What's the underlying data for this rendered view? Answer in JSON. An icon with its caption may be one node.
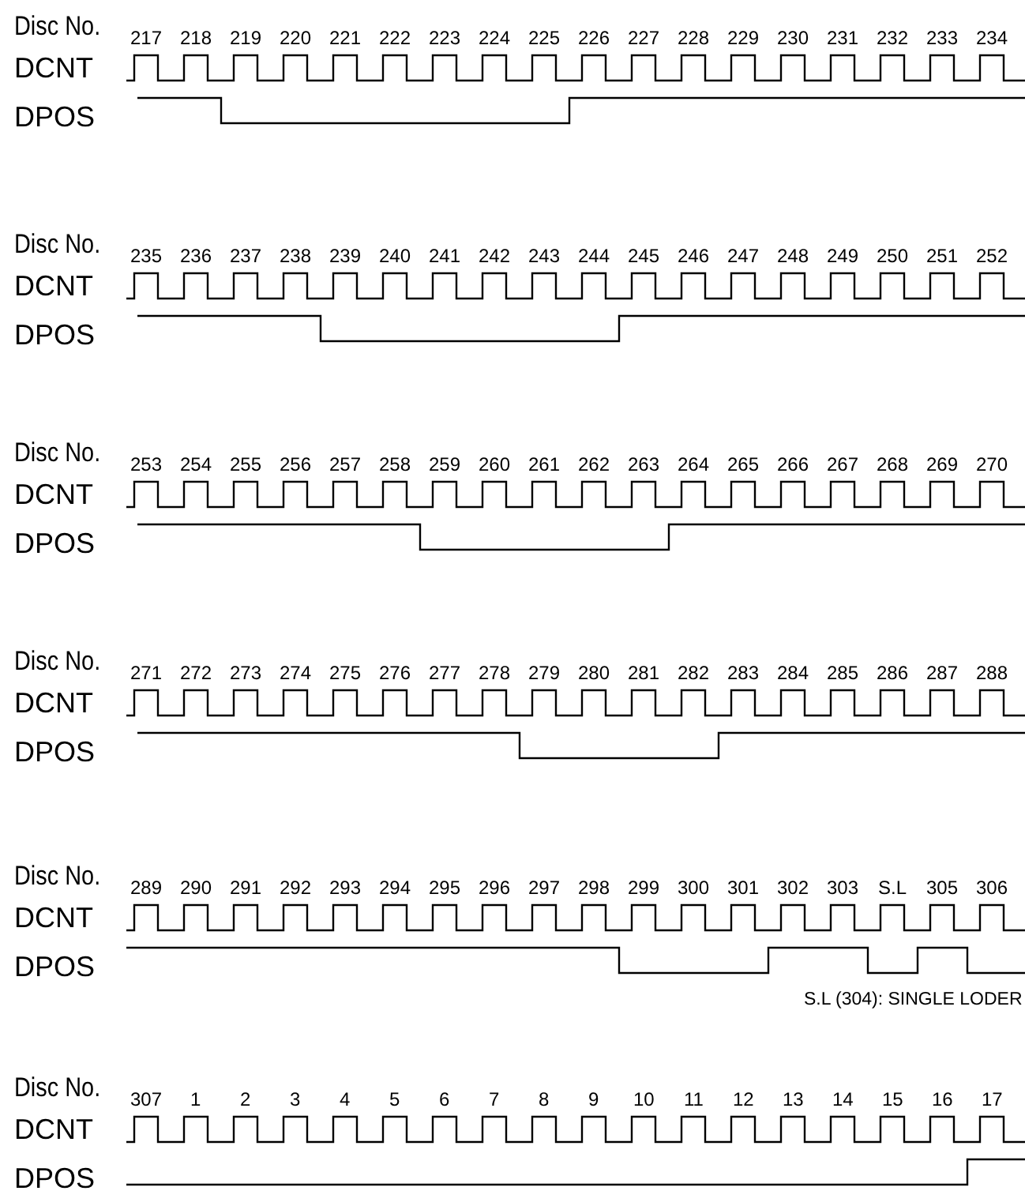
{
  "diagram": {
    "labels": [
      "Disc No.",
      "217",
      "218",
      "219",
      "220",
      "221",
      "222",
      "223",
      "224",
      "225",
      "226",
      "227",
      "228",
      "229",
      "230",
      "231",
      "232",
      "233",
      "234",
      "DCNT",
      "DPOS",
      "Disc No.",
      "235",
      "236",
      "237",
      "238",
      "239",
      "240",
      "241",
      "242",
      "243",
      "244",
      "245",
      "246",
      "247",
      "248",
      "249",
      "250",
      "251",
      "252",
      "DCNT",
      "DPOS",
      "Disc No.",
      "253",
      "254",
      "255",
      "256",
      "257",
      "258",
      "259",
      "260",
      "261",
      "262",
      "263",
      "264",
      "265",
      "266",
      "267",
      "268",
      "269",
      "270",
      "DCNT",
      "DPOS",
      "Disc No.",
      "271",
      "272",
      "273",
      "274",
      "275",
      "276",
      "277",
      "278",
      "279",
      "280",
      "281",
      "282",
      "283",
      "284",
      "285",
      "286",
      "287",
      "288",
      "DCNT",
      "DPOS",
      "Disc No.",
      "289",
      "290",
      "291",
      "292",
      "293",
      "294",
      "295",
      "296",
      "297",
      "298",
      "299",
      "300",
      "301",
      "302",
      "303",
      "S.L",
      "305",
      "306",
      "DCNT",
      "DPOS",
      "S.L (304): SINGLE LODER",
      "Disc No.",
      "307",
      "1",
      "2",
      "3",
      "4",
      "5",
      "6",
      "7",
      "8",
      "9",
      "10",
      "11",
      "12",
      "13",
      "14",
      "15",
      "16",
      "17",
      "DCNT",
      "DPOS"
    ]
  }
}
